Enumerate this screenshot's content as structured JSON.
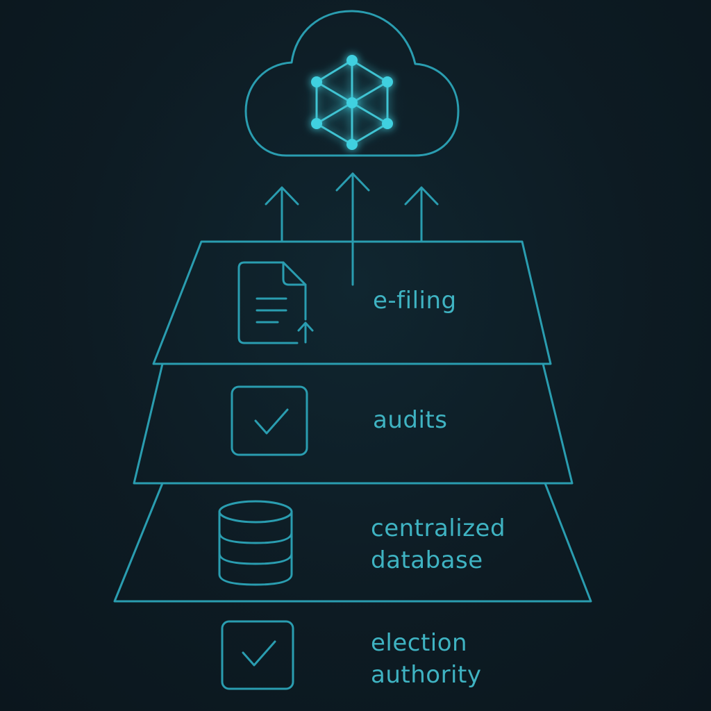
{
  "colors": {
    "background": "#0d1a22",
    "stroke": "#2a9db0",
    "glow": "#3fd0e0",
    "text": "#3fb3c2"
  },
  "cloud": {
    "icon": "network-cube-icon"
  },
  "layers": [
    {
      "id": "e-filing",
      "icon": "document-upload-icon",
      "label_lines": [
        "e-filing"
      ]
    },
    {
      "id": "audits",
      "icon": "checkbox-icon",
      "label_lines": [
        "audits"
      ]
    },
    {
      "id": "centralized-database",
      "icon": "database-icon",
      "label_lines": [
        "centralized",
        "database"
      ]
    },
    {
      "id": "election-authority",
      "icon": "checkbox-icon",
      "label_lines": [
        "election",
        "authority"
      ]
    }
  ]
}
